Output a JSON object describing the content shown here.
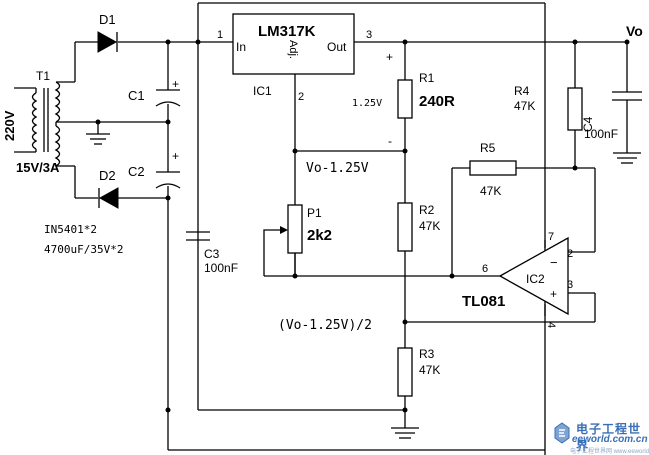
{
  "labels": {
    "d1": "D1",
    "d2": "D2",
    "t1": "T1",
    "v220": "220V",
    "v15": "15V/3A",
    "c1": "C1",
    "c2": "C2",
    "diode_part": "IN5401*2",
    "cap_part": "4700uF/35V*2",
    "ic1": "IC1",
    "lm317": "LM317K",
    "pin_in": "In",
    "pin_adj": "Adj.",
    "pin_out": "Out",
    "pin1": "1",
    "pin2": "2",
    "pin3": "3",
    "vo": "Vo",
    "r1": "R1",
    "r1_val": "240R",
    "plus_r1": "+",
    "v125": "1.25V",
    "minus_r1": "-",
    "vo_minus": "Vo-1.25V",
    "r4": "R4",
    "r4_val": "47K",
    "c4": "C4",
    "c4_val": "100nF",
    "r5": "R5",
    "r5_val": "47K",
    "p1": "P1",
    "p1_val": "2k2",
    "r2": "R2",
    "r2_val": "47K",
    "c3": "C3",
    "c3_val": "100nF",
    "pin7": "7",
    "pin2b": "2",
    "pin6": "6",
    "ic2": "IC2",
    "opamp_minus": "−",
    "opamp_plus": "+",
    "pin3b": "3",
    "tl081": "TL081",
    "half_label": "(Vo-1.25V)/2",
    "pin4": "4",
    "r3": "R3",
    "r3_val": "47K",
    "cap_plus1": "+",
    "cap_plus2": "+"
  },
  "watermark": {
    "line1": "电子工程世界",
    "line2": "eeworld.com.cn",
    "line3": "电子工程世界网 www.eeworld.com.cn"
  },
  "colors": {
    "wire": "#000000",
    "logo": "#3a6fb7"
  }
}
